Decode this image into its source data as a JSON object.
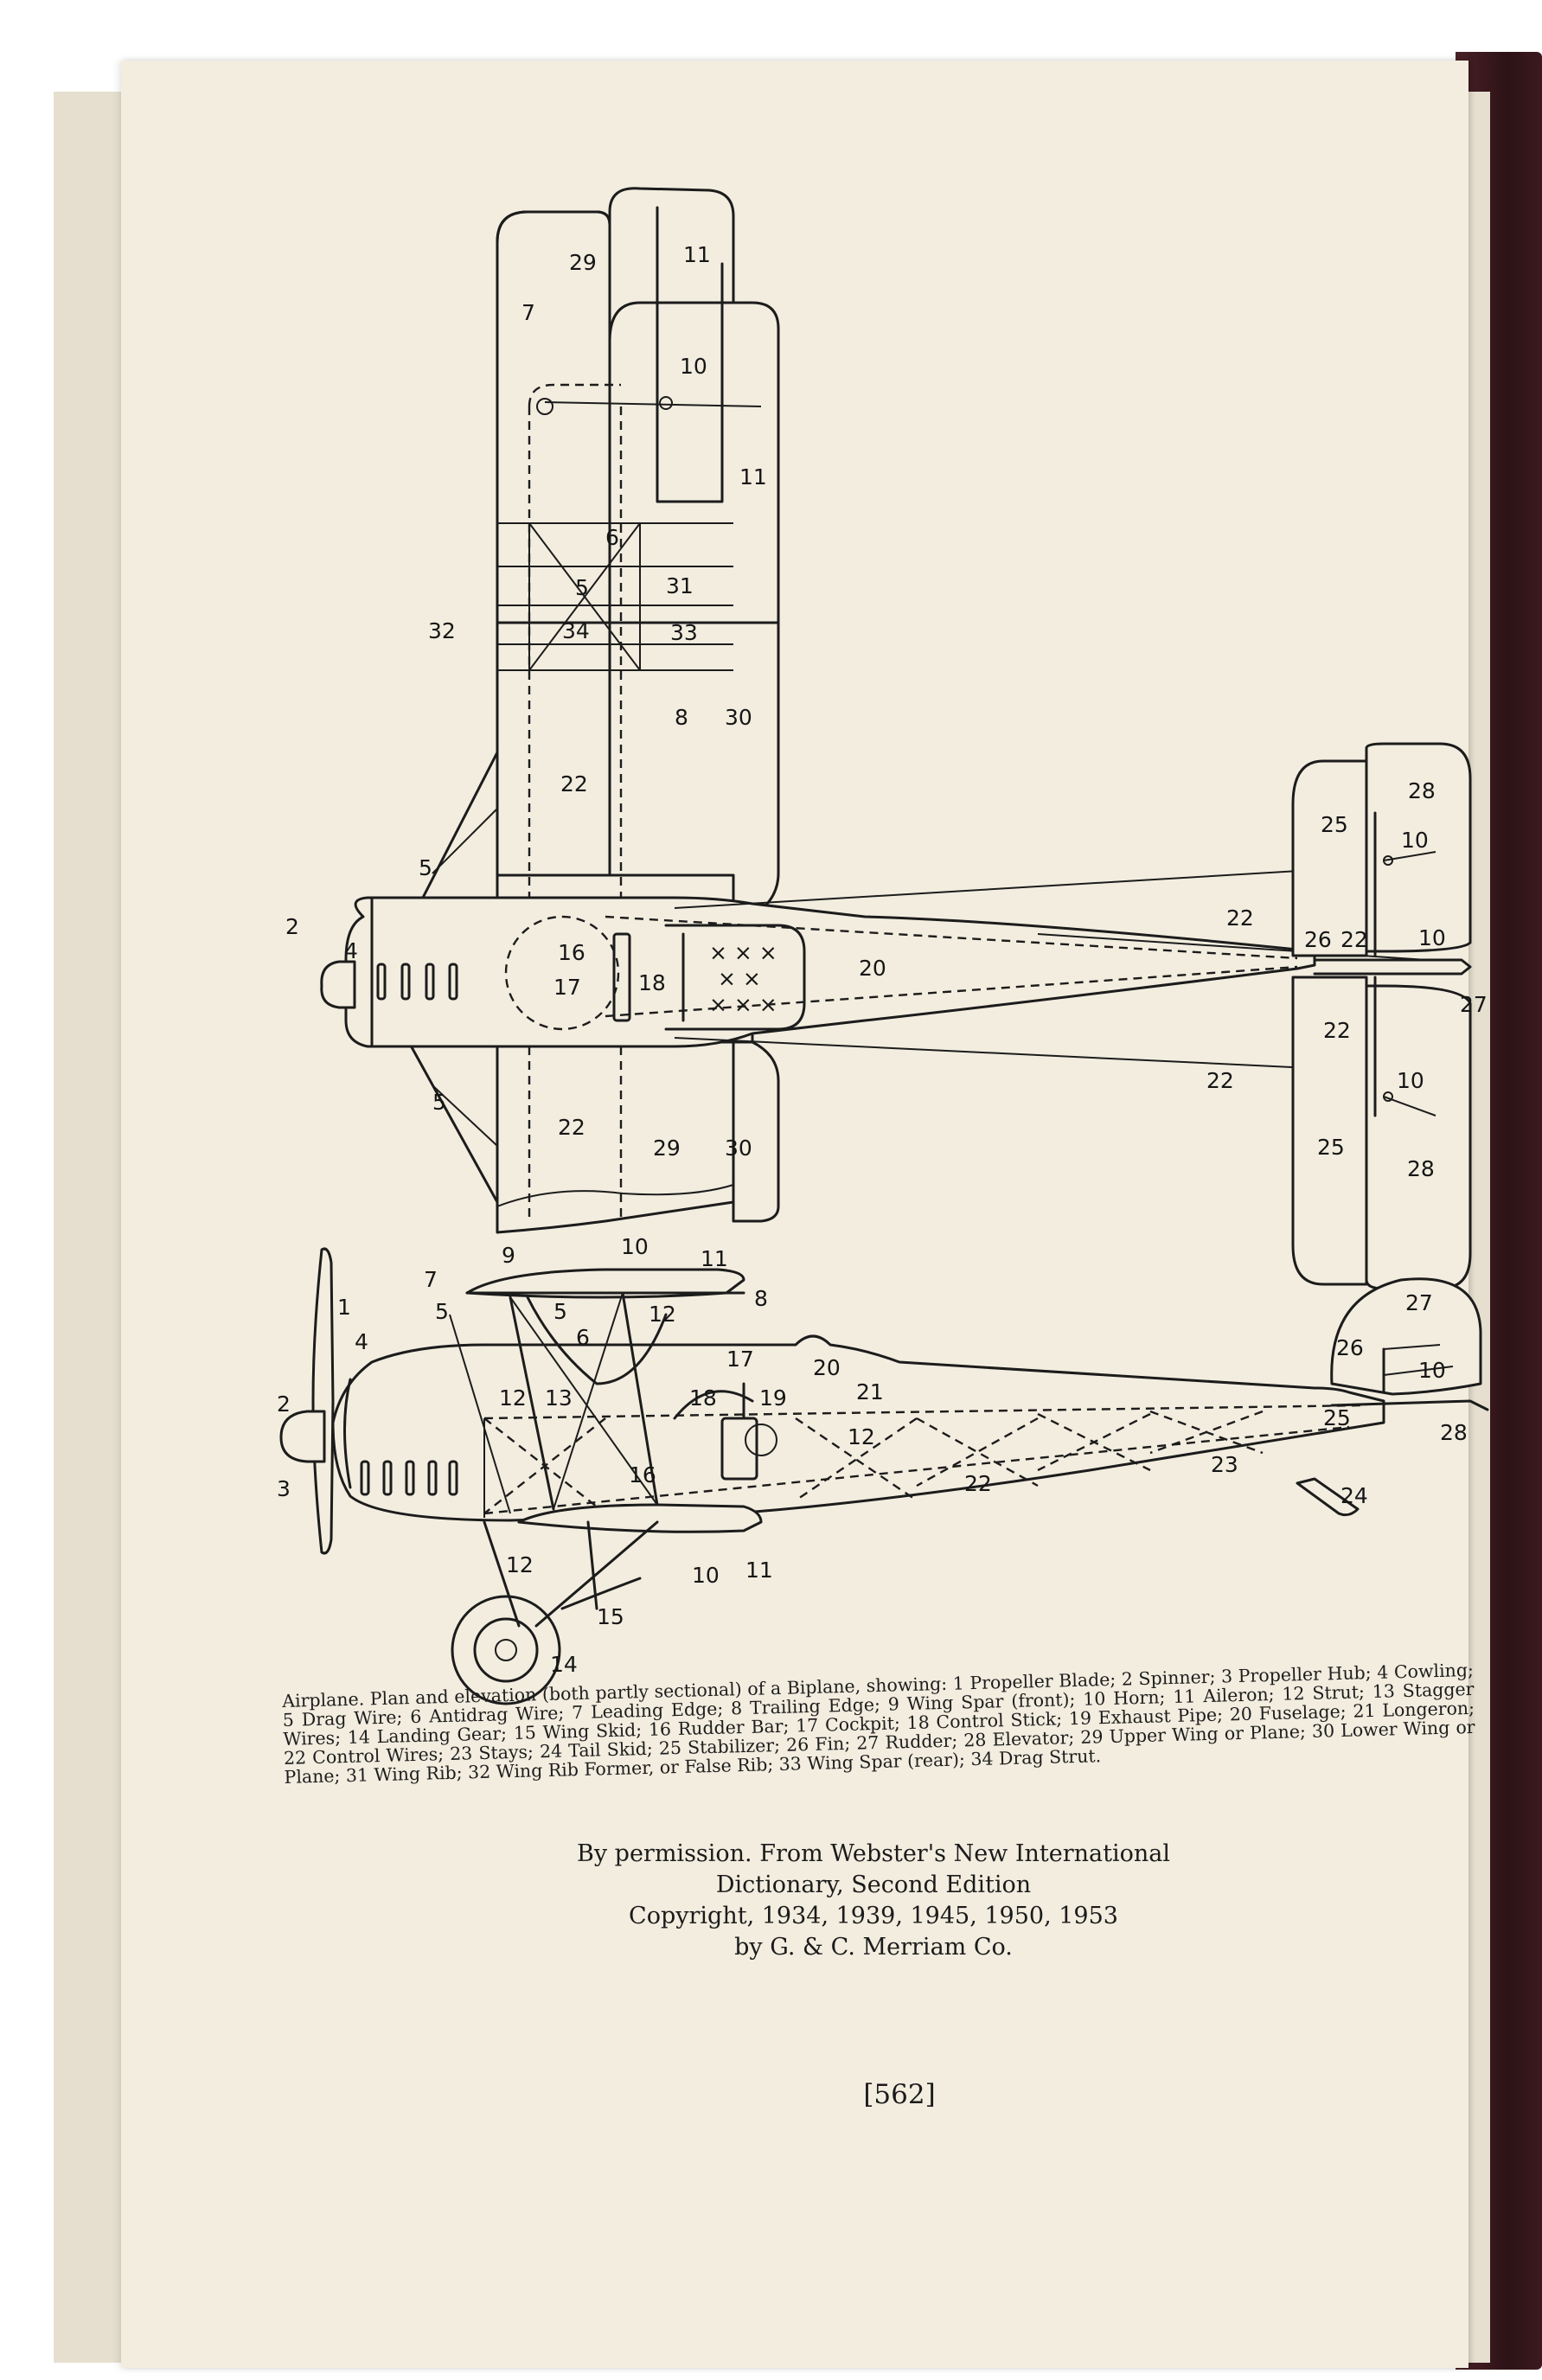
{
  "caption": "Airplane. Plan and elevation (both partly sectional) of a Biplane, showing: 1 Propeller Blade; 2 Spinner; 3 Propeller Hub; 4 Cowling; 5 Drag Wire; 6 Antidrag Wire; 7 Leading Edge; 8 Trailing Edge; 9 Wing Spar (front); 10 Horn; 11 Aileron; 12 Strut; 13 Stagger Wires; 14 Landing Gear; 15 Wing Skid; 16 Rudder Bar; 17 Cockpit; 18 Control Stick; 19 Exhaust Pipe; 20 Fuselage; 21 Longeron; 22 Control Wires; 23 Stays; 24 Tail Skid; 25 Stabilizer; 26 Fin; 27 Rudder; 28 Elevator; 29 Upper Wing or Plane; 30 Lower Wing or Plane; 31 Wing Rib; 32 Wing Rib Former, or False Rib; 33 Wing Spar (rear); 34 Drag Strut.",
  "credit": [
    "By permission.  From Webster's New International",
    "Dictionary, Second Edition",
    "Copyright, 1934, 1939, 1945, 1950, 1953",
    "by G. & C. Merriam Co."
  ],
  "page_number": "[562]",
  "plan_labels": {
    "l29_top": "29",
    "l11_top": "11",
    "l7": "7",
    "l10_top": "10",
    "l11_mid": "11",
    "l6": "6",
    "l5_spar": "5",
    "l31": "31",
    "l32": "32",
    "l34": "34",
    "l33": "33",
    "l8": "8",
    "l30_top": "30",
    "l22_wing": "22",
    "l5_up": "5",
    "l2": "2",
    "l4": "4",
    "l16": "16",
    "l17": "17",
    "l18": "18",
    "l20": "20",
    "l5_low": "5",
    "l22_wing_low": "22",
    "l29_low": "29",
    "l30_low": "30",
    "l22_up": "22",
    "l22_low": "22",
    "l25_top": "25",
    "l28_top": "28",
    "l10_tail_top": "10",
    "l26": "26",
    "l22_tail": "22",
    "l10_tail_mid": "10",
    "l27": "27",
    "l22_tail_low": "22",
    "l10_tail_low": "10",
    "l25_low": "25",
    "l28_low": "28"
  },
  "elev_labels": {
    "e9": "9",
    "e10": "10",
    "e11": "11",
    "e7": "7",
    "e8": "8",
    "e5a": "5",
    "e5b": "5",
    "e1": "1",
    "e6": "6",
    "e12a": "12",
    "e4": "4",
    "e17": "17",
    "e20": "20",
    "e27": "27",
    "e26": "26",
    "e10r": "10",
    "e2": "2",
    "e12b": "12",
    "e13": "13",
    "e18": "18",
    "e19": "19",
    "e21": "21",
    "e25": "25",
    "e28": "28",
    "e12c": "12",
    "e3": "3",
    "e16": "16",
    "e22": "22",
    "e23": "23",
    "e24": "24",
    "e12d": "12",
    "e10b": "10",
    "e11b": "11",
    "e15": "15",
    "e14": "14"
  }
}
